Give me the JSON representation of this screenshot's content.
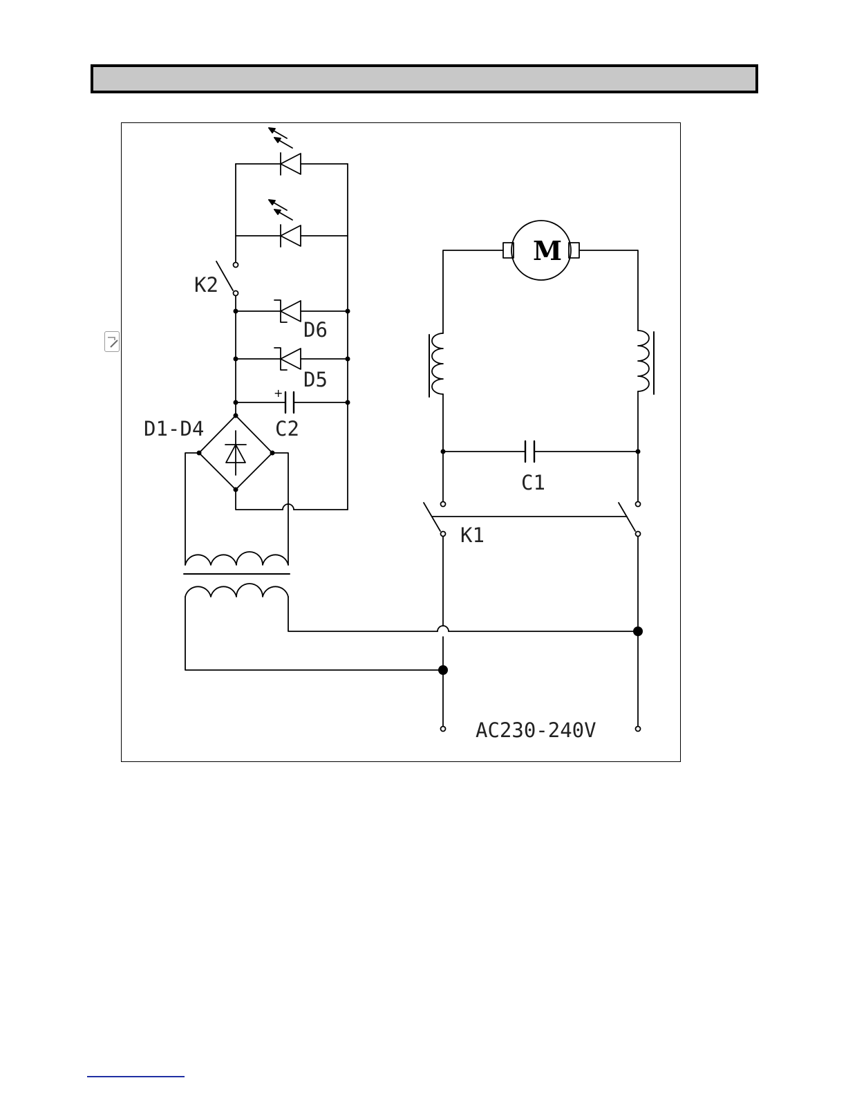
{
  "header": {
    "title": ""
  },
  "diagram": {
    "labels": {
      "k2": "K2",
      "d6": "D6",
      "d5": "D5",
      "c2": "C2",
      "c2_polarity": "+",
      "bridge": "D1-D4",
      "c1": "C1",
      "k1": "K1",
      "supply": "AC230-240V",
      "motor": "M"
    }
  },
  "icons": {
    "side_icon": "note-icon",
    "line_color": "#000000",
    "header_fill": "#c8c8c8",
    "footer_rule_color": "#1f2fa3"
  }
}
